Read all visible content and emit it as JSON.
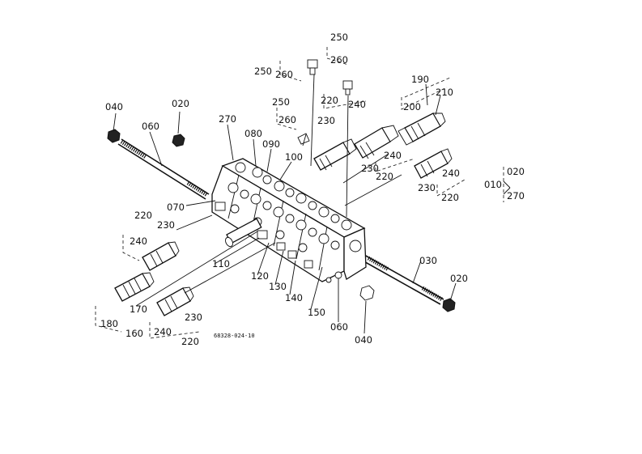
{
  "diagram": {
    "ref_code": "68328-024-10",
    "labels": {
      "l010": "010",
      "l020_legend": "020",
      "l270_legend": "270",
      "l020_top": "020",
      "l020_right": "020",
      "l030": "030",
      "l040_left": "040",
      "l040_bottom": "040",
      "l060_rod": "060",
      "l060_bottom": "060",
      "l070": "070",
      "l080": "080",
      "l090": "090",
      "l100": "100",
      "l110": "110",
      "l120": "120",
      "l130": "130",
      "l140": "140",
      "l150": "150",
      "l160": "160",
      "l170": "170",
      "l180": "180",
      "l190": "190",
      "l200": "200",
      "l210": "210",
      "l220_a": "220",
      "l220_b": "220",
      "l220_c": "220",
      "l220_d": "220",
      "l220_e": "220",
      "l230_a": "230",
      "l230_b": "230",
      "l230_c": "230",
      "l230_d": "230",
      "l230_e": "230",
      "l240_a": "240",
      "l240_b": "240",
      "l240_c": "240",
      "l240_d": "240",
      "l240_e": "240",
      "l250_a": "250",
      "l250_b": "250",
      "l250_c": "250",
      "l260_a": "260",
      "l260_b": "260",
      "l260_c": "260",
      "l270": "270"
    }
  }
}
